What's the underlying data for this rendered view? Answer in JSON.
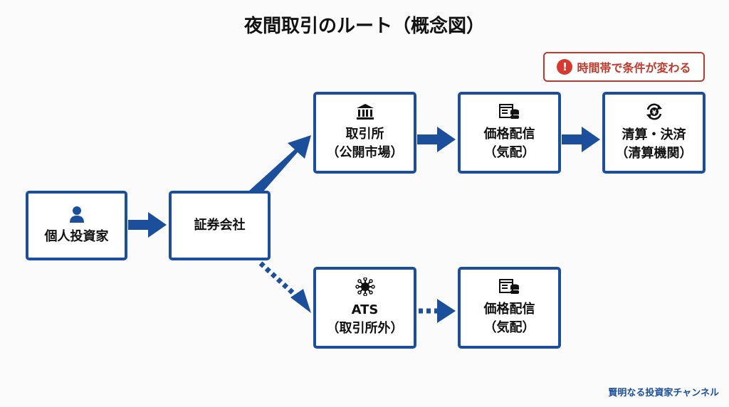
{
  "title": "夜間取引のルート（概念図）",
  "warning": {
    "label": "時間帯で条件が変わる",
    "icon": "exclamation-icon"
  },
  "nodes": {
    "investor": {
      "line1": "個人投資家",
      "icon": "person-icon"
    },
    "broker": {
      "line1": "証券会社"
    },
    "exchange": {
      "line1": "取引所",
      "line2": "（公開市場）",
      "icon": "bank-icon"
    },
    "price_exchange": {
      "line1": "価格配信",
      "line2": "（気配）",
      "icon": "database-icon"
    },
    "clearing": {
      "line1": "清算・決済",
      "line2": "（清算機関）",
      "icon": "yen-cycle-icon"
    },
    "ats": {
      "line1": "ATS",
      "line2": "（取引所外）",
      "icon": "network-icon"
    },
    "price_ats": {
      "line1": "価格配信",
      "line2": "（気配）",
      "icon": "database-icon"
    }
  },
  "footer": "賢明なる投資家チャンネル",
  "colors": {
    "primary": "#1b4f9c",
    "warning": "#d63a2f"
  }
}
